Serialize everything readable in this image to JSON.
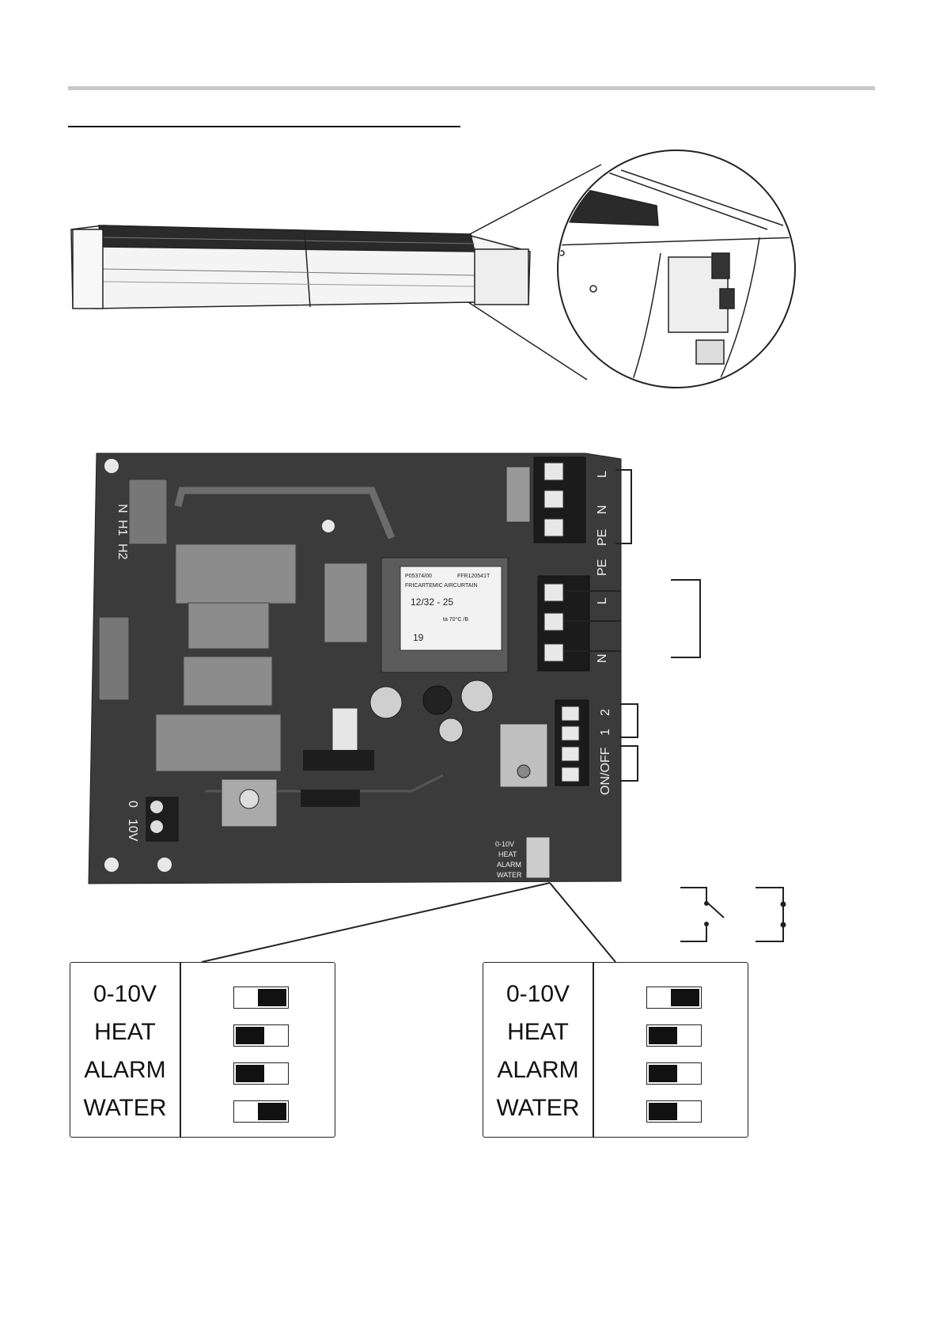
{
  "pcb": {
    "jumper_labels": [
      "N",
      "H1",
      "H2"
    ],
    "power_terminal_labels": [
      "L",
      "N",
      "PE"
    ],
    "supply_terminal_labels": [
      "PE",
      "L",
      "N"
    ],
    "control_terminal_labels": [
      "2",
      "1",
      "ON/OFF"
    ],
    "analog_labels": [
      "0",
      "10V"
    ],
    "dip_labels": [
      "0-10V",
      "HEAT",
      "ALARM",
      "WATER"
    ],
    "transformer_text": [
      "P05374/00",
      "FFR120541T",
      "FRICARTEMIC AIRCURTAIN",
      "12/32 - 25",
      "ta 70°C /B",
      "19"
    ]
  },
  "dip_panels": [
    {
      "rows": [
        {
          "label": "0-10V",
          "state": "on"
        },
        {
          "label": "HEAT",
          "state": "off"
        },
        {
          "label": "ALARM",
          "state": "off"
        },
        {
          "label": "WATER",
          "state": "on"
        }
      ]
    },
    {
      "rows": [
        {
          "label": "0-10V",
          "state": "on"
        },
        {
          "label": "HEAT",
          "state": "off"
        },
        {
          "label": "ALARM",
          "state": "off"
        },
        {
          "label": "WATER",
          "state": "off"
        }
      ]
    }
  ]
}
